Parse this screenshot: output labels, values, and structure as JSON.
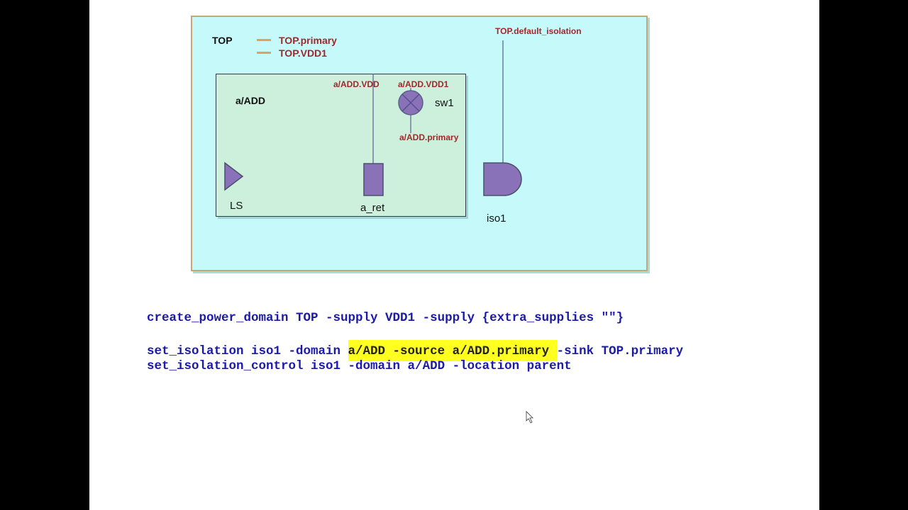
{
  "diagram": {
    "top_domain": {
      "label": "TOP",
      "supplies": [
        "TOP.primary",
        "TOP.VDD1"
      ],
      "default_isolation_label": "TOP.default_isolation",
      "fill_color": "#c6f9fa",
      "border_color": "#c7a77a"
    },
    "sub_domain": {
      "label": "a/ADD",
      "vdd_label": "a/ADD.VDD",
      "vdd1_label": "a/ADD.VDD1",
      "primary_label": "a/ADD.primary",
      "fill_color": "#ccf0dc"
    },
    "cells": {
      "switch": "sw1",
      "level_shifter": "LS",
      "retention": "a_ret",
      "isolation": "iso1"
    },
    "cell_color": "#8a72b8",
    "net_label_color": "#a0282a"
  },
  "code": {
    "line1": "create_power_domain TOP -supply VDD1 -supply {extra_supplies \"\"}",
    "line2_pre": "set_isolation iso1 -domain ",
    "line2_highlight": "a/ADD -source a/ADD.primary ",
    "line2_post": "-sink TOP.primary",
    "line3": "set_isolation_control iso1 -domain a/ADD -location parent",
    "highlight_color": "#ffff20",
    "text_color": "#1c1aa8"
  }
}
